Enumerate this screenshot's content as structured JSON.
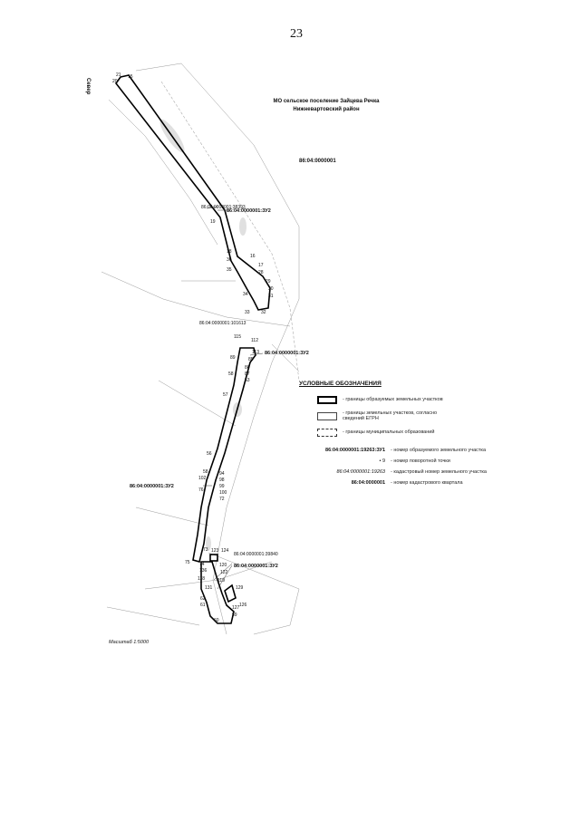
{
  "page_number": "23",
  "north_label": "Север",
  "title": {
    "line1": "МО сельское поселение Зайцева Речка",
    "line2": "Нижневартовский район"
  },
  "quarter_main": "86:04:0000001",
  "parcel_labels": {
    "a": "86:04:0000001:38393",
    "b": "86:04:0000001:ЗУ2",
    "c": "86:04:0000001:101613",
    "d": "86:04:0000001:ЗУ2",
    "e": "86:04:0000001:ЗУ2",
    "f": "86:04:0000001:39840",
    "g": "86:04:0000001:ЗУ2"
  },
  "points": [
    "21",
    "20",
    "15",
    "19",
    "18",
    "36",
    "35",
    "16",
    "17",
    "28",
    "29",
    "30",
    "31",
    "34",
    "33",
    "32",
    "115",
    "112",
    "113",
    "85",
    "89",
    "58",
    "86",
    "87",
    "53",
    "57",
    "56",
    "58",
    "102",
    "94",
    "98",
    "99",
    "100",
    "72",
    "76",
    "73",
    "123",
    "124",
    "75",
    "74",
    "136",
    "120",
    "122",
    "118",
    "119",
    "131",
    "62",
    "61",
    "129",
    "127",
    "126",
    "60",
    "59"
  ],
  "legend": {
    "title": "УСЛОВНЫЕ ОБОЗНАЧЕНИЯ",
    "item1": "- границы образуемых земельных участков",
    "item2a": "- границы земельных участков, согласно",
    "item2b": "сведений ЕГРН",
    "item3": "- границы муниципальных образований",
    "key1": "86:04:0000001:19263:ЗУ1",
    "key1_desc": "- номер образуемого земельного участка",
    "key2": "• 9",
    "key2_desc": "- номер поворотной точки",
    "key3": "86:04:0000001:19263",
    "key3_desc": "- кадастровый номер земельного участка",
    "key4": "86:04:0000001",
    "key4_desc": "- номер кадастрового квартала"
  },
  "scale": "Масштаб 1:5000"
}
